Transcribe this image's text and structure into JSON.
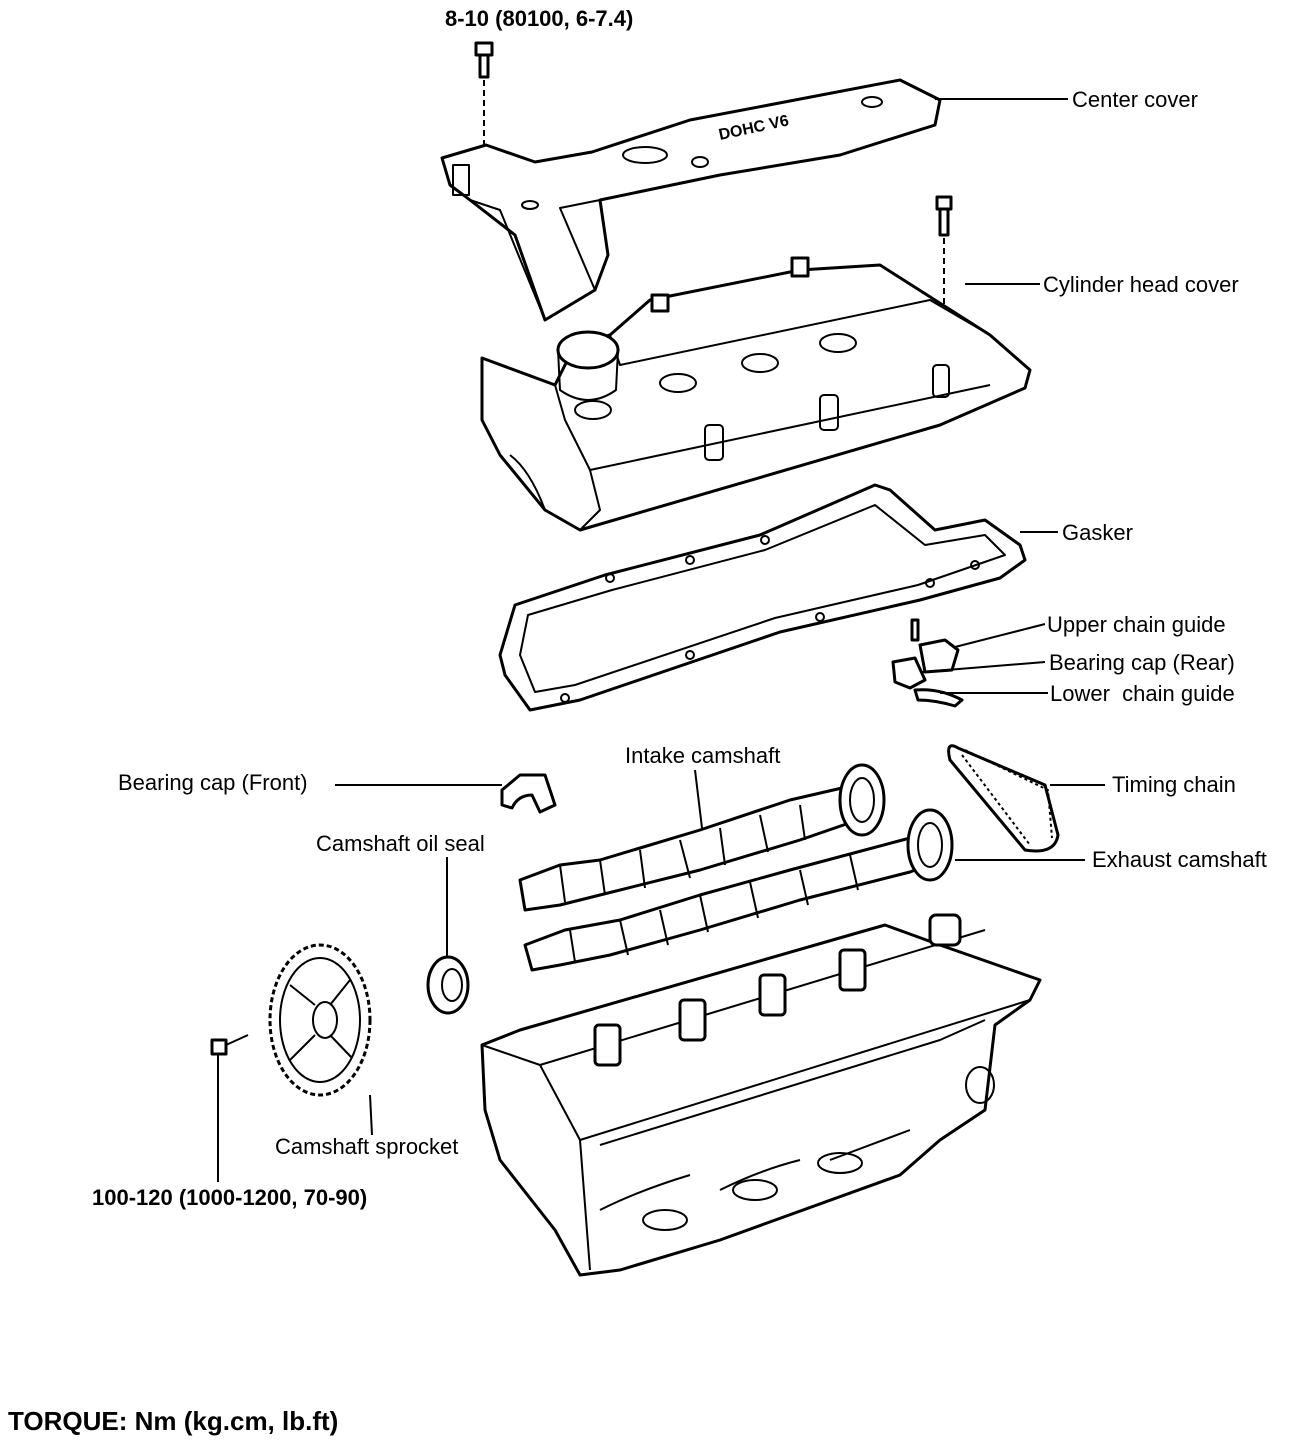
{
  "labels": {
    "top_torque": "8-10 (80100, 6-7.4)",
    "center_cover": "Center cover",
    "cylinder_head_cover": "Cylinder head cover",
    "gasket": "Gasker",
    "upper_chain_guide": "Upper chain guide",
    "bearing_cap_rear": "Bearing cap (Rear)",
    "lower_chain_guide": "Lower  chain guide",
    "intake_camshaft": "Intake camshaft",
    "bearing_cap_front": "Bearing cap (Front)",
    "timing_chain": "Timing chain",
    "camshaft_oil_seal": "Camshaft oil seal",
    "exhaust_camshaft": "Exhaust camshaft",
    "camshaft_sprocket": "Camshaft sprocket",
    "sprocket_torque": "100-120 (1000-1200, 70-90)"
  },
  "cover_marking": "DOHC V6",
  "footer": "TORQUE: Nm (kg.cm, lb.ft)"
}
